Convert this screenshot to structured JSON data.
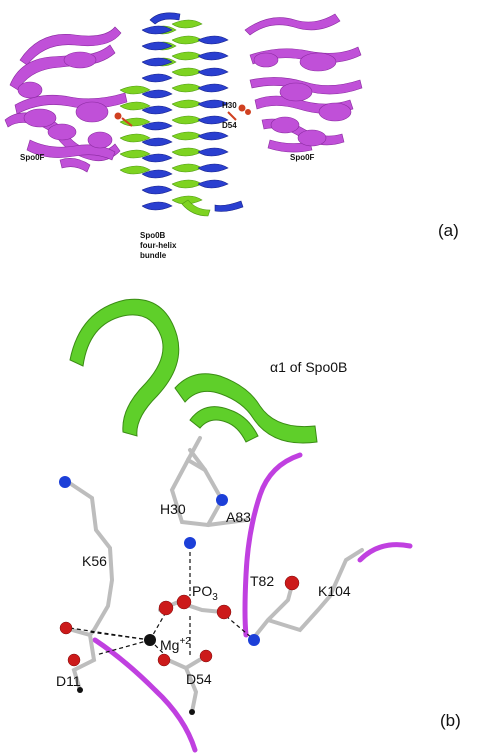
{
  "panel_a": {
    "label_spo0f_left": "Spo0F",
    "label_spo0f_right": "Spo0F",
    "label_bundle_line1": "Spo0B",
    "label_bundle_line2": "four-helix",
    "label_bundle_line3": "bundle",
    "label_h30": "H30",
    "label_d54": "D54",
    "panel_label": "(a)"
  },
  "panel_b": {
    "label_alpha1": "α1 of Spo0B",
    "label_h30": "H30",
    "label_a83": "A83",
    "label_k56": "K56",
    "label_t82": "T82",
    "label_k104": "K104",
    "label_po3": "PO",
    "label_po3_sub": "3",
    "label_mg": "Mg",
    "label_mg_sup": "+2",
    "label_d11": "D11",
    "label_d54": "D54",
    "panel_label": "(b)"
  },
  "colors": {
    "spo0f": "#c050d8",
    "helix_blue": "#2a3fd0",
    "helix_green": "#7ed321",
    "ribbon_green": "#5fcf2a",
    "loop_magenta": "#c040e0",
    "bond_gray": "#bdbdbd",
    "oxygen": "#cc1a1a",
    "nitrogen": "#1c3fd8",
    "carbon": "#111111"
  }
}
